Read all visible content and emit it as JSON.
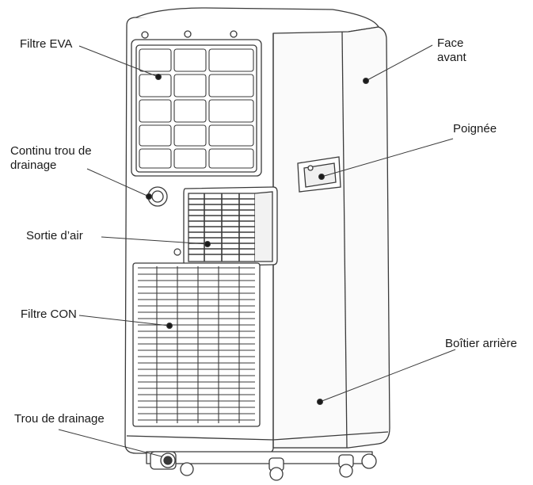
{
  "labels": {
    "filtre_eva": "Filtre EVA",
    "face_avant": "Face\navant",
    "continu_trou": "Continu trou de\ndrainage",
    "poignee": "Poignée",
    "sortie_air": "Sortie d’air",
    "filtre_con": "Filtre CON",
    "boitier_arriere": "Boîtier arrière",
    "trou_drainage": "Trou de drainage"
  },
  "colors": {
    "line": "#3a3a3a",
    "body_fill": "#ffffff",
    "panel_shade": "#f4f4f4"
  }
}
